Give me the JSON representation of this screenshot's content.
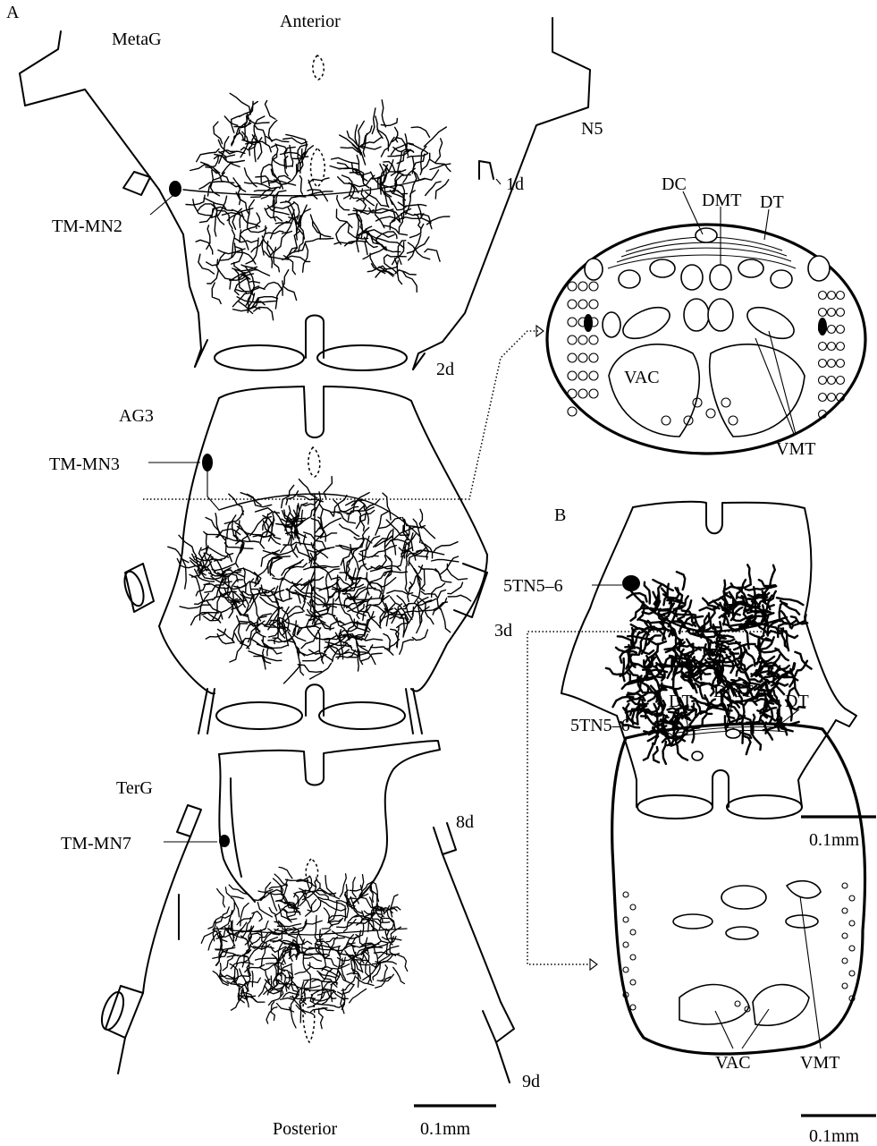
{
  "labels": {
    "panel_a": "A",
    "panel_b": "B",
    "anterior": "Anterior",
    "posterior": "Posterior",
    "metag": "MetaG",
    "ag3": "AG3",
    "terg": "TerG",
    "n5": "N5",
    "nerve_1d": "1d",
    "nerve_2d": "2d",
    "nerve_3d": "3d",
    "nerve_8d": "8d",
    "nerve_9d": "9d",
    "tm_mn2": "TM-MN2",
    "tm_mn3": "TM-MN3",
    "tm_mn7": "TM-MN7",
    "tn5_6": "5TN5–6",
    "tn5_6_section": "5TN5–6",
    "dc": "DC",
    "dmt": "DMT",
    "dt": "DT",
    "vac": "VAC",
    "vmt": "VMT",
    "dt_b_left": "DT",
    "dmt_b": "DMT",
    "dt_b_right": "DT",
    "vac_b": "VAC",
    "vmt_b": "VMT",
    "scale_a": "0.1mm",
    "scale_b_top": "0.1mm",
    "scale_b_bottom": "0.1mm"
  }
}
